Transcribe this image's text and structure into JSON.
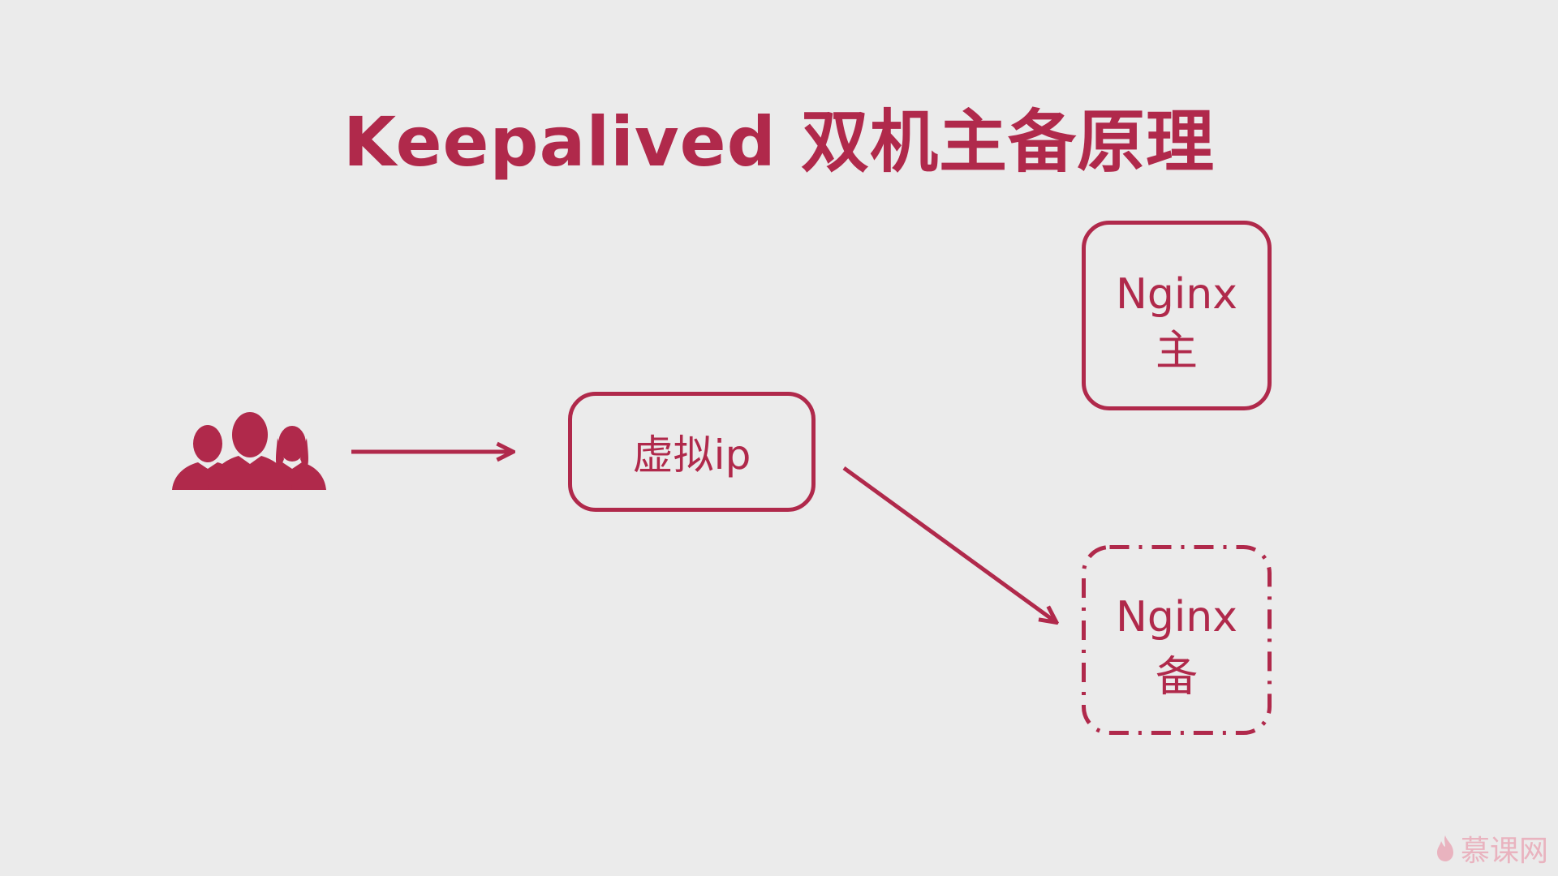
{
  "title": "Keepalived 双机主备原理",
  "users_icon": "users-group-icon",
  "nodes": {
    "virtual_ip": "虚拟ip",
    "nginx_master": {
      "name": "Nginx",
      "role": "主"
    },
    "nginx_backup": {
      "name": "Nginx",
      "role": "备"
    }
  },
  "watermark": {
    "icon": "flame-icon",
    "text": "慕课网"
  },
  "colors": {
    "accent": "#b0294b",
    "background": "#ebebeb",
    "watermark": "#e9b3bf"
  }
}
